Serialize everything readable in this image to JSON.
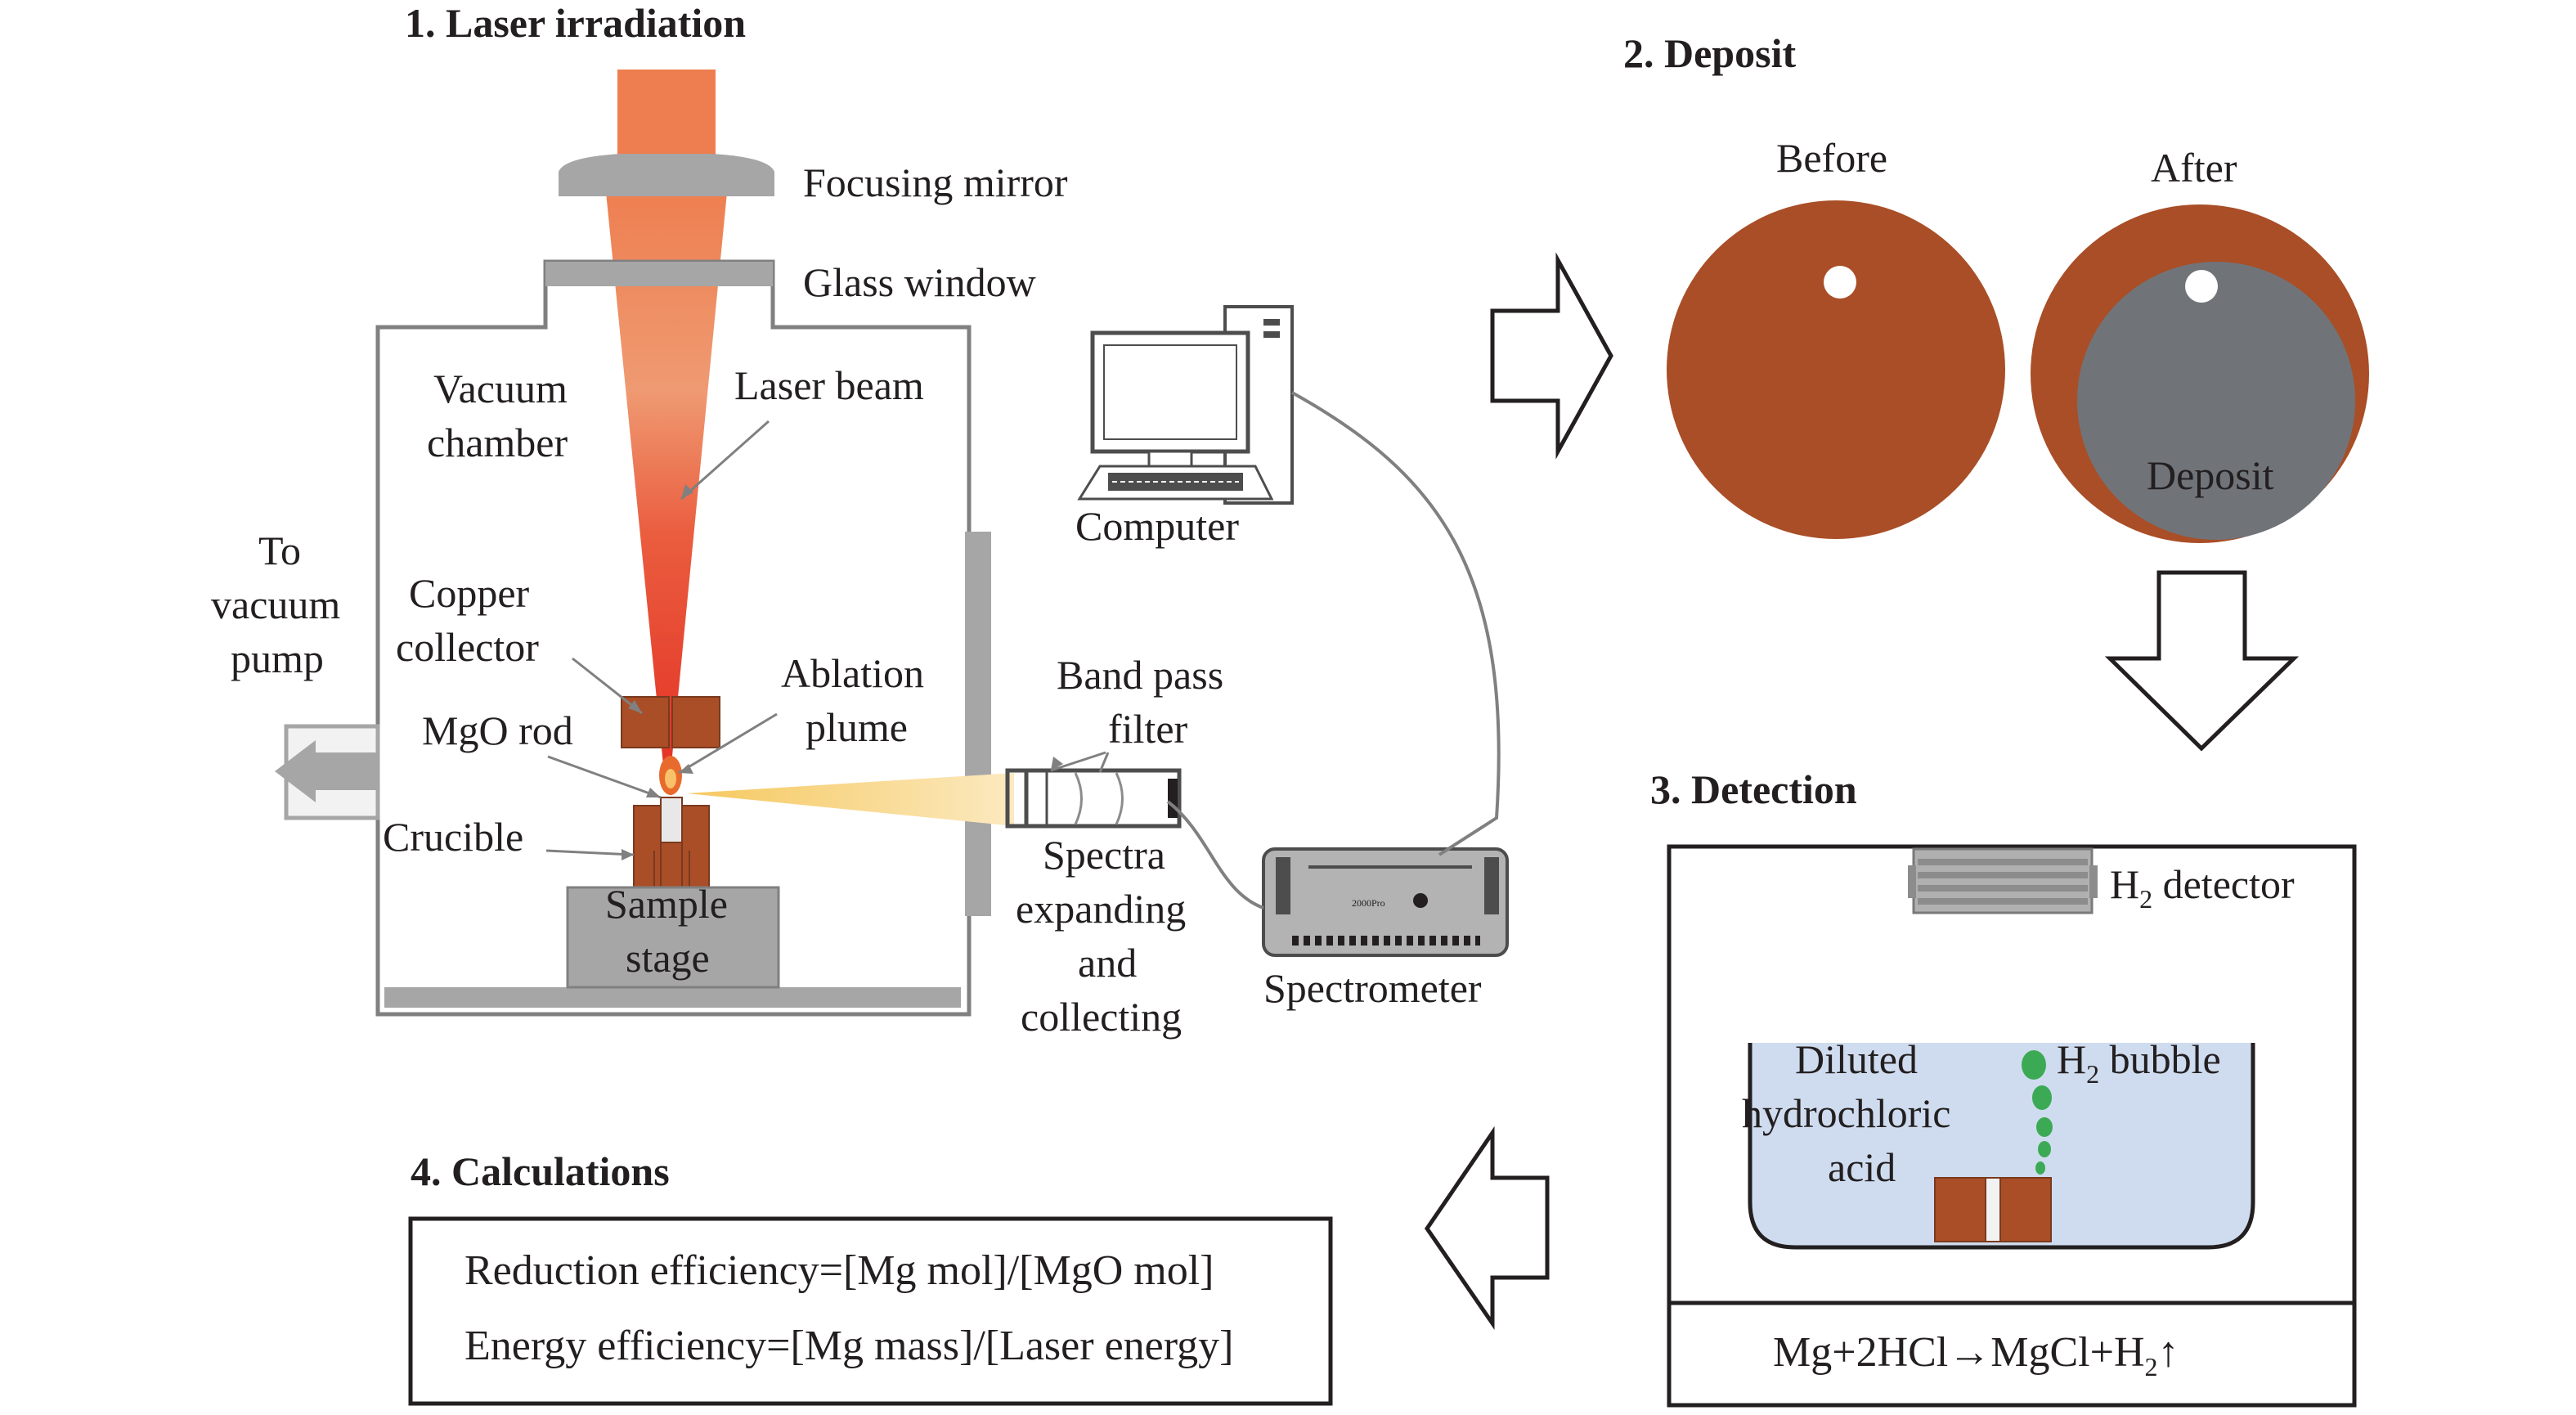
{
  "sections": {
    "laser": "1. Laser irradiation",
    "deposit": "2. Deposit",
    "detection": "3. Detection",
    "calculations": "4. Calculations"
  },
  "labels": {
    "focusing_mirror": "Focusing mirror",
    "glass_window": "Glass window",
    "vacuum_chamber_1": "Vacuum",
    "vacuum_chamber_2": "chamber",
    "laser_beam": "Laser beam",
    "vacuum_pump_1": "To",
    "vacuum_pump_2": "vacuum",
    "vacuum_pump_3": "pump",
    "copper_collector_1": "Copper",
    "copper_collector_2": "collector",
    "mgo_rod": "MgO rod",
    "ablation_plume_1": "Ablation",
    "ablation_plume_2": "plume",
    "crucible": "Crucible",
    "sample_stage_1": "Sample",
    "sample_stage_2": "stage",
    "computer": "Computer",
    "band_pass_1": "Band pass",
    "band_pass_2": "filter",
    "spectra_1": "Spectra",
    "spectra_2": "expanding",
    "spectra_3": "and",
    "spectra_4": "collecting",
    "spectrometer": "Spectrometer",
    "spectrometer_brand": "2000Pro",
    "before": "Before",
    "after": "After",
    "deposit_area": "Deposit",
    "h2_detector_h": "H",
    "h2_detector_sub": "2",
    "h2_detector_rest": " detector",
    "acid_1": "Diluted",
    "acid_2": "hydrochloric",
    "acid_3": "acid",
    "h2_bubble_h": "H",
    "h2_bubble_sub": "2",
    "h2_bubble_rest": " bubble",
    "reaction_main": "Mg+2HCl→MgCl+H",
    "reaction_sub": "2",
    "reaction_arrow": "↑",
    "reduction_eff": "Reduction efficiency=[Mg mol]/[MgO mol]",
    "energy_eff": "Energy efficiency=[Mg mass]/[Laser energy]"
  },
  "colors": {
    "copper": "#a94e27",
    "gray_device": "#a6a6a6",
    "deposit_gray": "#707479",
    "acid": "#cfdcef",
    "bubble": "#3caa55",
    "laser_top": "#ee7e4f",
    "laser_core": "#e33a2c",
    "plume_yellow": "#f8d98b"
  }
}
